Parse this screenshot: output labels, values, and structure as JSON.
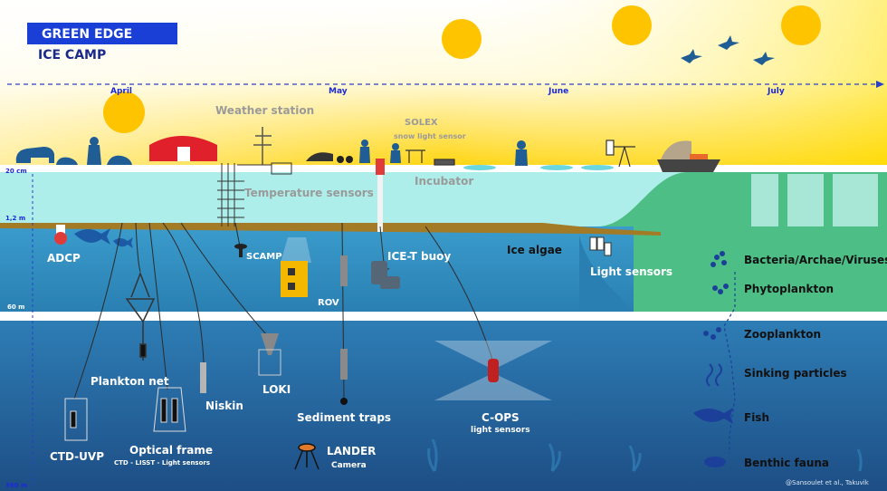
{
  "title": {
    "line1": "GREEN EDGE",
    "line2": "ICE CAMP"
  },
  "months": [
    "April",
    "May",
    "June",
    "July"
  ],
  "depths": {
    "surface": "20 cm",
    "ice": "1,2 m",
    "mid": "60 m",
    "bottom": "360 m"
  },
  "labels": {
    "weather_station": "Weather station",
    "solex": "SOLEX",
    "solex_sub": "snow light sensor",
    "temperature_sensors": "Temperature sensors",
    "incubator": "Incubator",
    "adcp": "ADCP",
    "scamp": "SCAMP",
    "ice_t_buoy": "ICE-T buoy",
    "rov": "ROV",
    "ice_algae": "Ice algae",
    "light_sensors": "Light sensors",
    "plankton_net": "Plankton net",
    "niskin": "Niskin",
    "loki": "LOKI",
    "sediment_traps": "Sediment traps",
    "c_ops": "C-OPS",
    "c_ops_sub": "light sensors",
    "ctd_uvp": "CTD-UVP",
    "optical_frame": "Optical frame",
    "optical_frame_sub": "CTD - LISST - Light sensors",
    "lander": "LANDER",
    "lander_sub": "Camera"
  },
  "food_web": [
    "Bacteria/Archae/Viruses",
    "Phytoplankton",
    "Zooplankton",
    "Sinking particles",
    "Fish",
    "Benthic fauna"
  ],
  "credit": "@Sansoulet et al., Takuvik",
  "colors": {
    "sky_top": "#ffffff",
    "sky_bottom": "#ffd400",
    "ice": "#aeeeea",
    "water_upper": "#2f90bf",
    "water_deep": "#1f5d94",
    "bloom": "#4dbf86",
    "title_box": "#1a3fd6",
    "sun": "#ffc800"
  }
}
